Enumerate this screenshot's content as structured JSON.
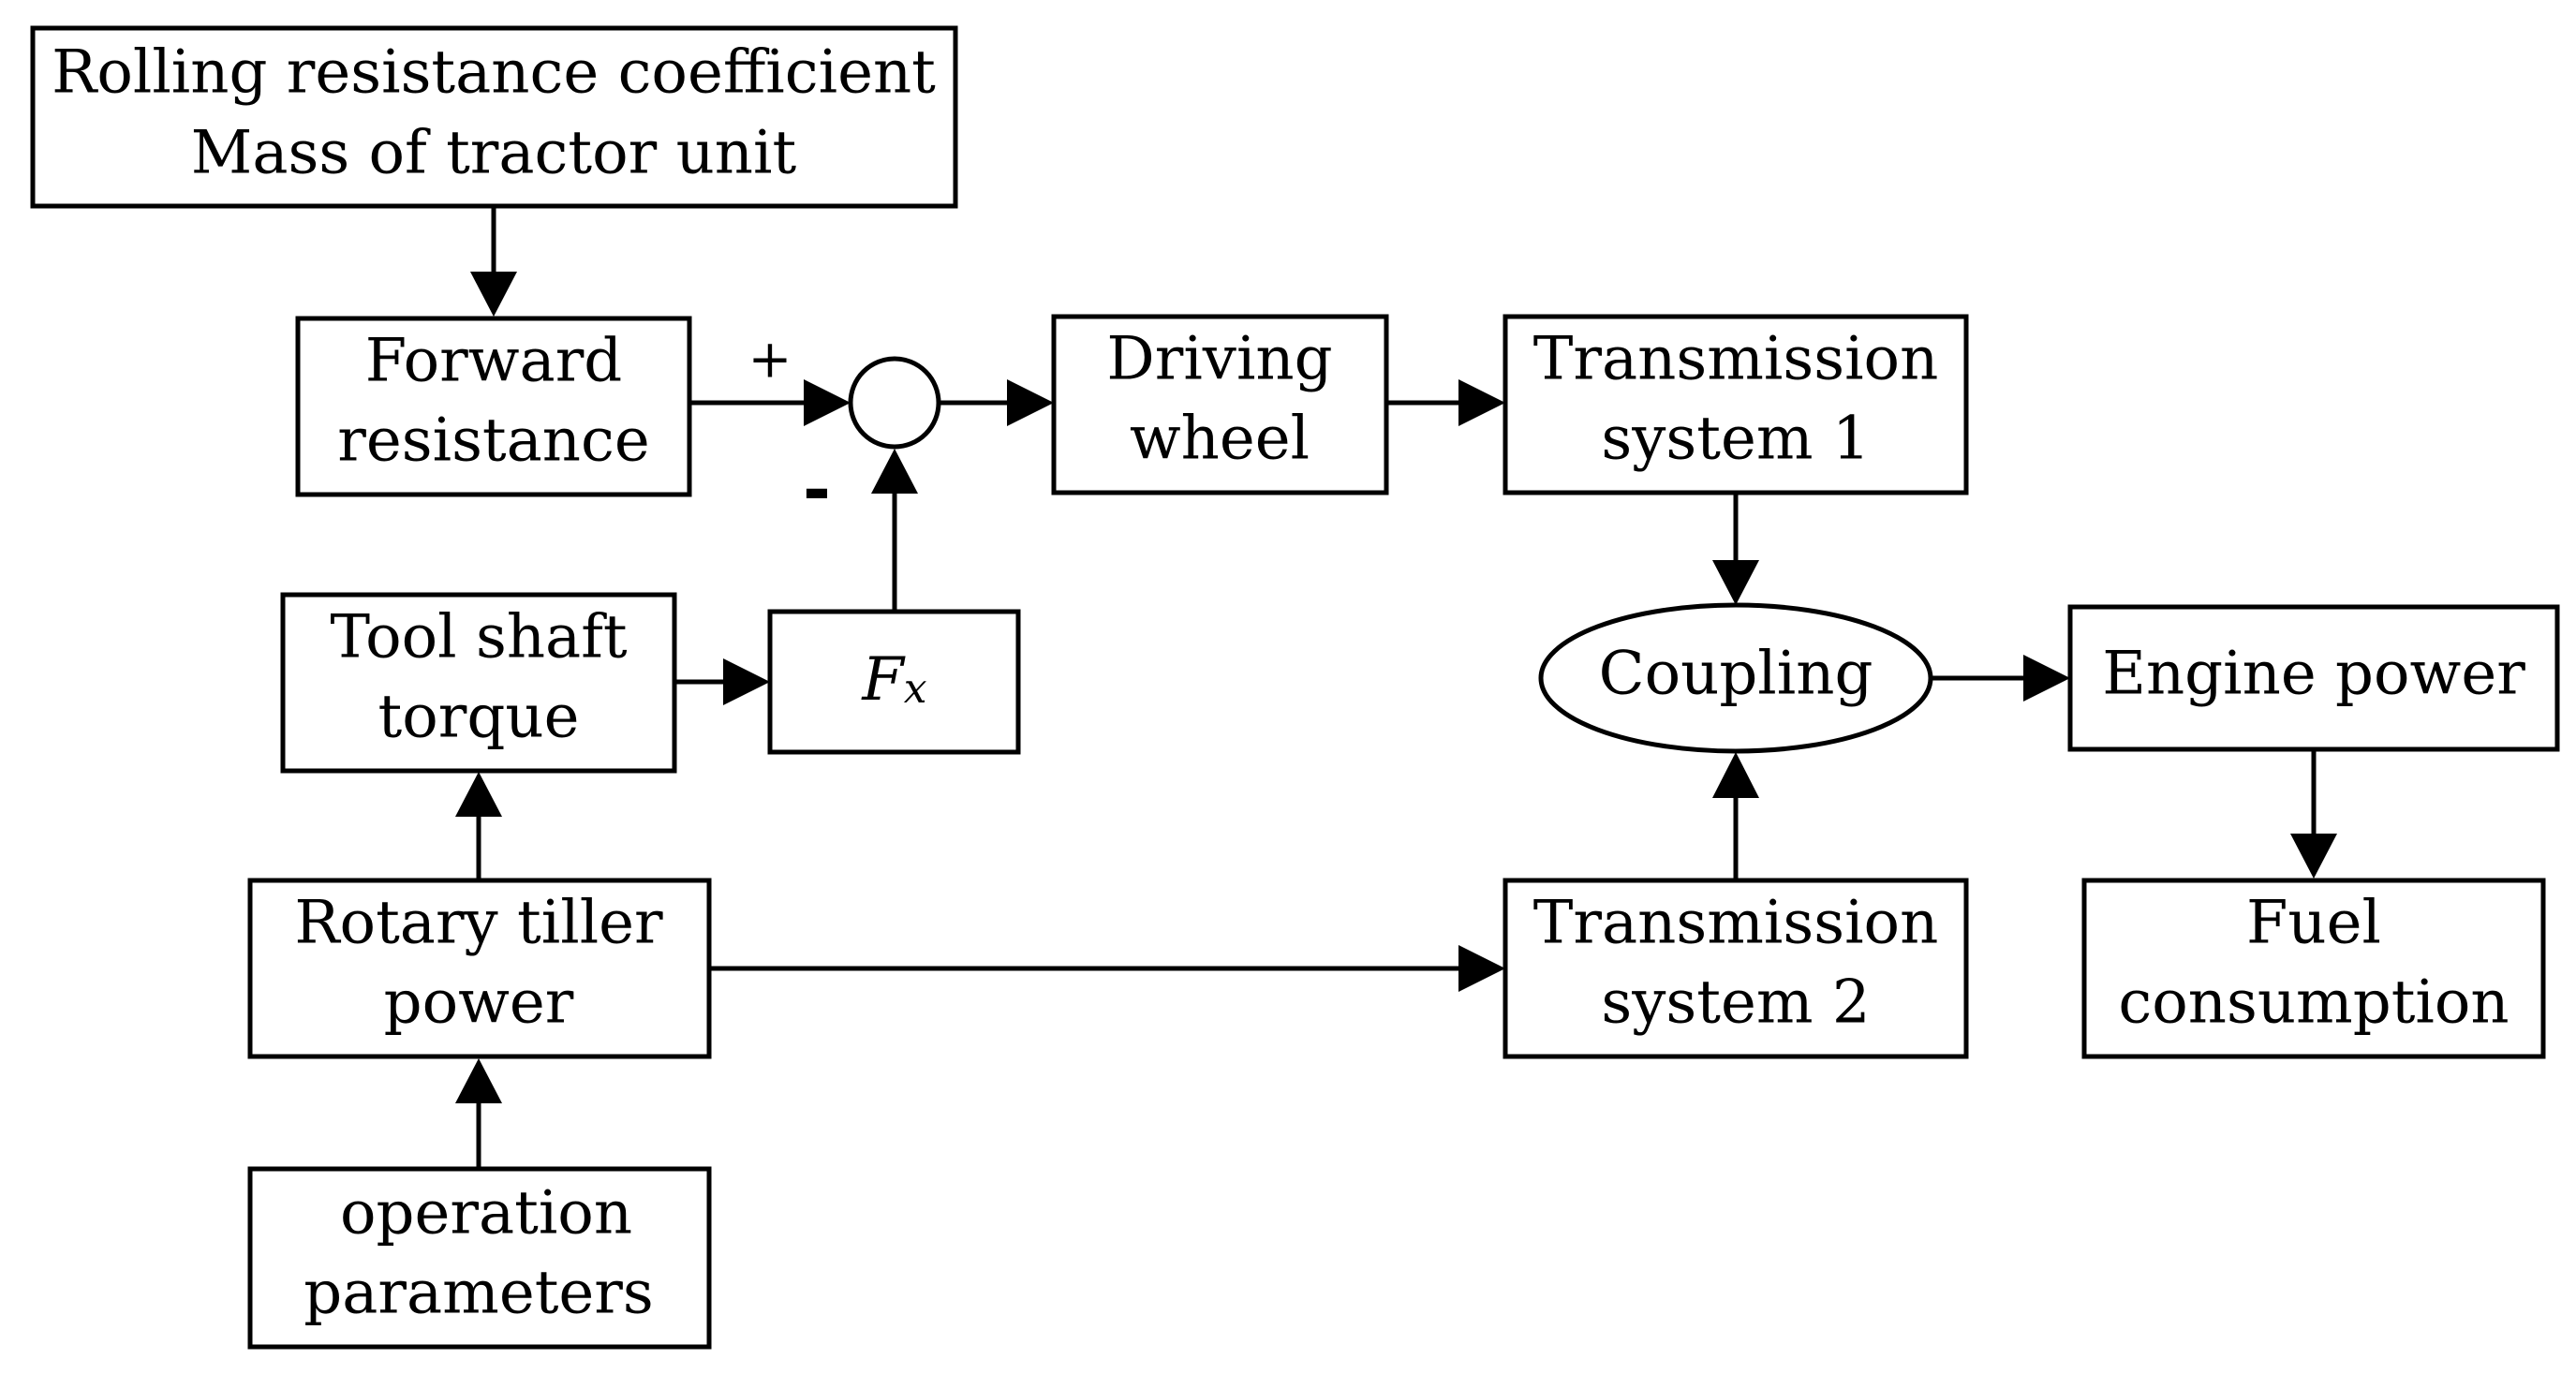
{
  "nodes": {
    "rolling": {
      "line1": "Rolling resistance coefficient",
      "line2": "Mass of tractor unit"
    },
    "forward": {
      "line1": "Forward",
      "line2": "resistance"
    },
    "driving": {
      "line1": "Driving",
      "line2": "wheel"
    },
    "trans1": {
      "line1": "Transmission",
      "line2": "system 1"
    },
    "tool": {
      "line1": "Tool shaft",
      "line2": "torque"
    },
    "fx": {
      "symbol": "F",
      "subscript": "x"
    },
    "coupling": {
      "label": "Coupling"
    },
    "engine": {
      "label": "Engine power"
    },
    "rotary": {
      "line1": "Rotary tiller",
      "line2": "power"
    },
    "trans2": {
      "line1": "Transmission",
      "line2": "system 2"
    },
    "fuel": {
      "line1": "Fuel",
      "line2": "consumption"
    },
    "operation": {
      "line1": "operation",
      "line2": "parameters"
    }
  },
  "summing_junction": {
    "plus": "+",
    "minus": "-"
  },
  "colors": {
    "stroke": "#000000",
    "background": "#ffffff"
  }
}
